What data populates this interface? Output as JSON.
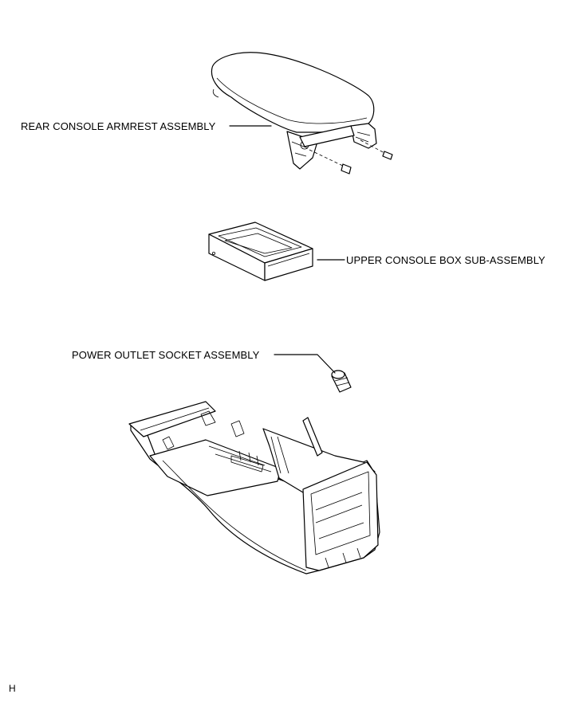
{
  "labels": {
    "rear_console_armrest_assembly": "REAR CONSOLE ARMREST ASSEMBLY",
    "upper_console_box_sub_assembly": "UPPER CONSOLE BOX SUB-ASSEMBLY",
    "power_outlet_socket_assembly": "POWER OUTLET SOCKET ASSEMBLY"
  },
  "figure_code": "H"
}
